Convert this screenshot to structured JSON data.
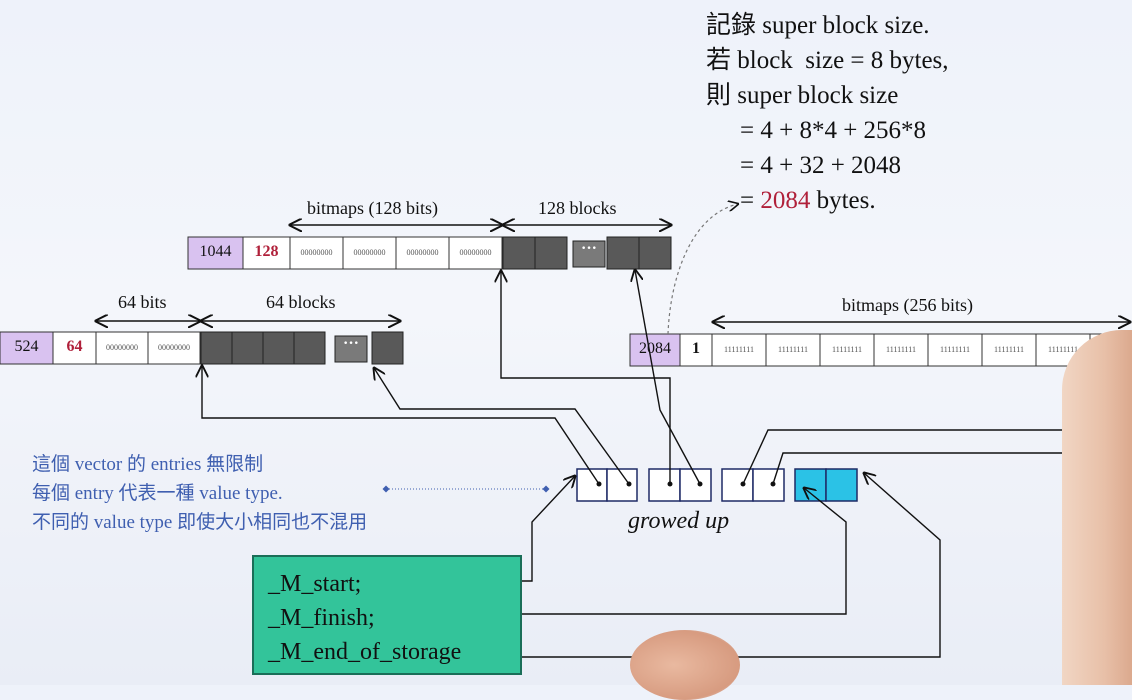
{
  "note": {
    "line1": "記錄 super block size.",
    "line2": "若 block  size = 8 bytes,",
    "line3": "則 super block size",
    "line4": "= 4 + 8*4 + 256*8",
    "line5": "= 4 + 32 + 2048",
    "line6_prefix": "= ",
    "line6_value": "2084",
    "line6_suffix": " bytes."
  },
  "cn_text": {
    "line1": "這個 vector 的 entries 無限制",
    "line2": "每個 entry 代表一種 value type.",
    "line3": "不同的 value type 即使大小相同也不混用"
  },
  "row1": {
    "size": "1044",
    "count": "128",
    "bitmap_cell": "00000000",
    "bitmaps_label": "bitmaps (128 bits)",
    "blocks_label": "128 blocks",
    "ellipsis": "···"
  },
  "row2": {
    "size": "524",
    "count": "64",
    "bitmap_cell": "00000000",
    "bits_label": "64 bits",
    "blocks_label": "64 blocks",
    "ellipsis": "···"
  },
  "row3": {
    "size": "2084",
    "count": "1",
    "bitmap_cell": "11111111",
    "bitmaps_label": "bitmaps (256 bits)",
    "trailing": "11"
  },
  "vector_label": "growed up",
  "struct": {
    "start": "_M_start;",
    "finish": "_M_finish;",
    "end": "_M_end_of_storage"
  },
  "colors": {
    "size_cell": "#d9c2f0",
    "block_cell": "#595959",
    "vector_free": "#2bc2e6",
    "struct_bg": "#33c49a",
    "accent_red": "#b0203a",
    "cn_blue": "#3f5fb0"
  }
}
